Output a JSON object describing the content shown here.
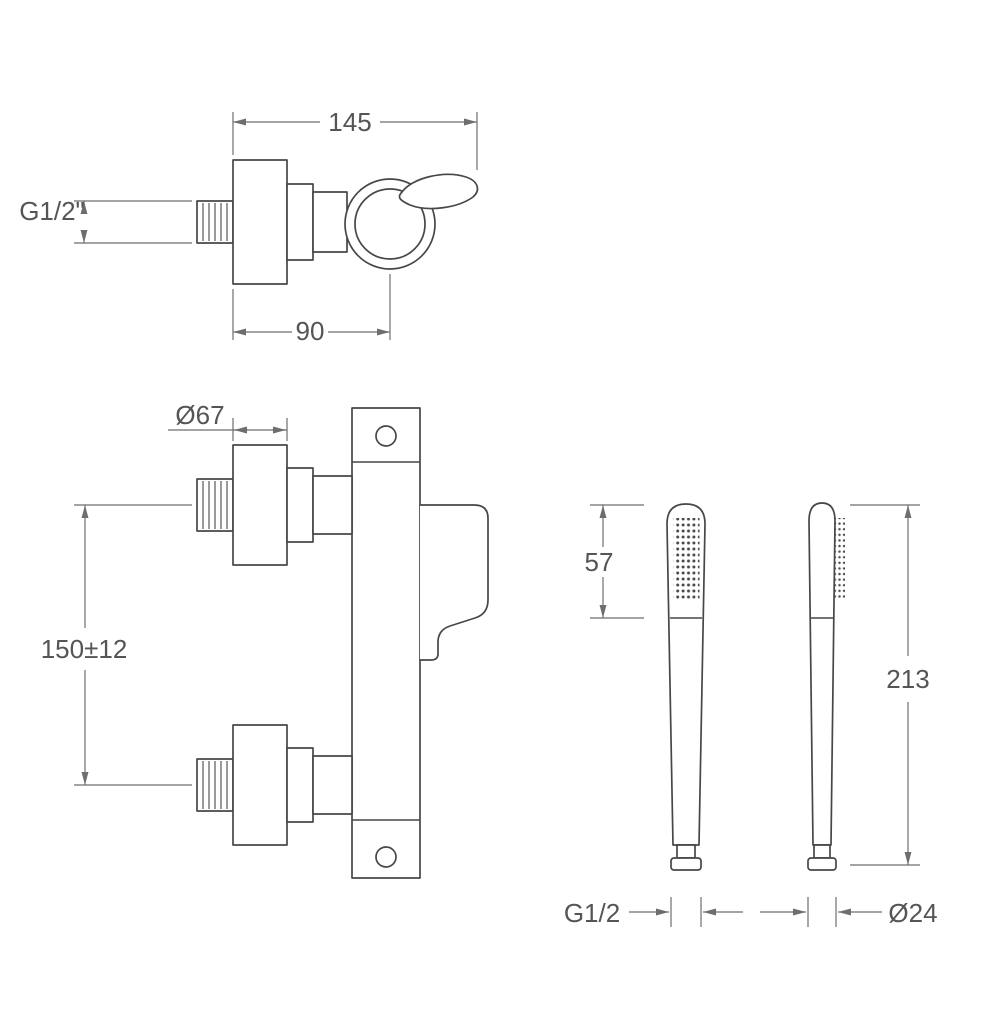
{
  "drawing": {
    "labels": {
      "top_width": "145",
      "inlet_thread": "G1/2\"",
      "body_depth": "90",
      "flange_diameter": "Ø67",
      "inlet_spacing": "150±12",
      "head_length": "57",
      "handset_length": "213",
      "handset_thread": "G1/2",
      "handset_diameter": "Ø24"
    },
    "colors": {
      "part_line": "#474747",
      "dimension_line": "#6e6e6e",
      "label_text": "#555555",
      "background": "#ffffff"
    }
  }
}
